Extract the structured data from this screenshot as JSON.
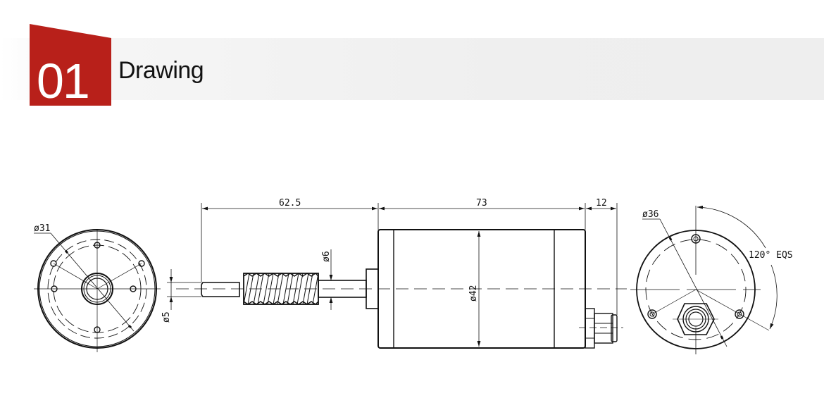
{
  "header": {
    "section_number": "01",
    "section_title": "Drawing",
    "accent_color": "#b8201a",
    "band_color": "#eeeeee"
  },
  "drawing": {
    "type": "motor technical drawing",
    "views": [
      "front-view",
      "side-view",
      "rear-view"
    ],
    "dimensions": {
      "front_flange_diameter": "ø31",
      "shaft_tip_diameter": "ø5",
      "shaft_length": "62.5",
      "worm_shaft_diameter": "ø6",
      "body_length": "73",
      "body_diameter": "ø42",
      "connector_length": "12",
      "rear_bolt_circle_diameter": "ø36",
      "hole_spacing": "120° EQS"
    }
  }
}
